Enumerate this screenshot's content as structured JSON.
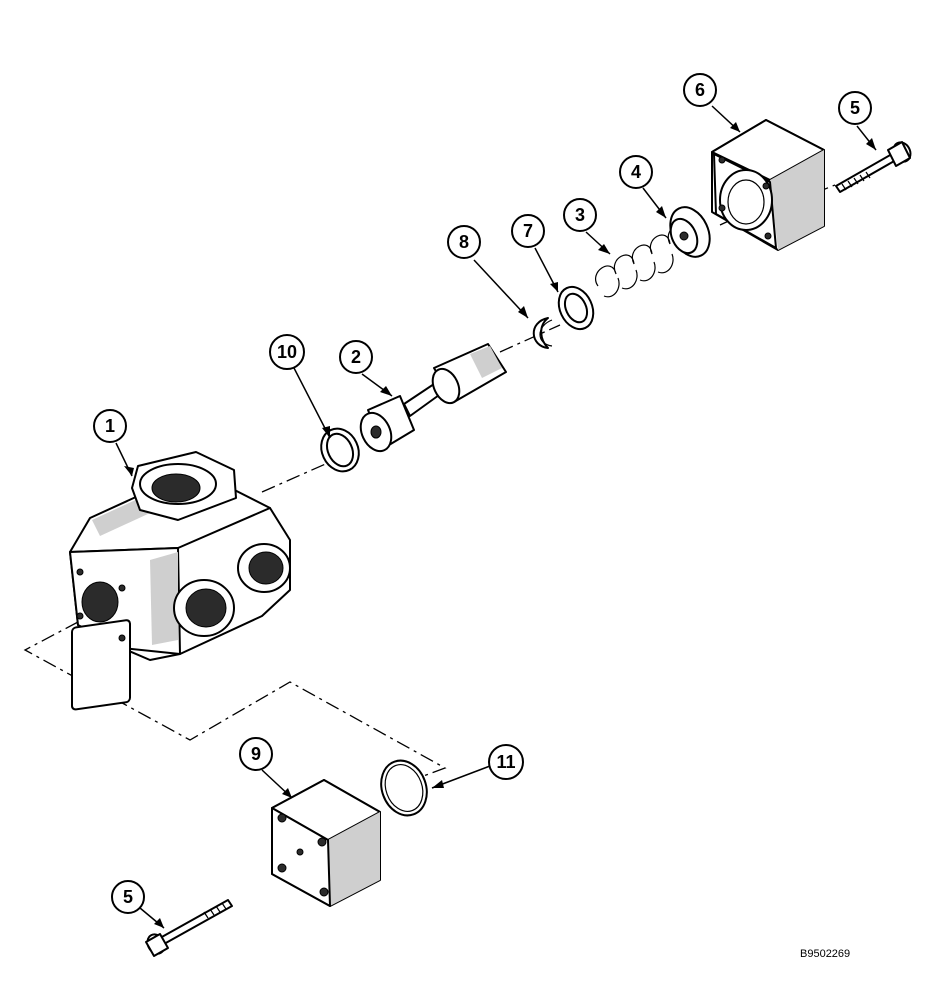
{
  "figure_id": "B9502269",
  "callouts": {
    "c1": "1",
    "c2": "2",
    "c3": "3",
    "c4": "4",
    "c5_top": "5",
    "c5_bottom": "5",
    "c6": "6",
    "c7": "7",
    "c8": "8",
    "c9": "9",
    "c10": "10",
    "c11": "11"
  }
}
